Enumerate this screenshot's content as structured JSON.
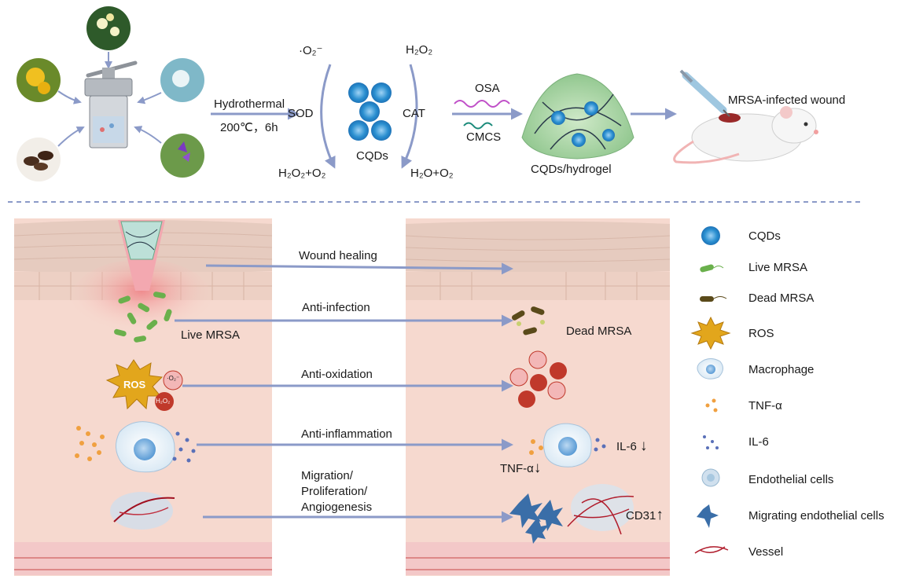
{
  "top": {
    "hydrothermal_line1": "Hydrothermal",
    "hydrothermal_line2": "200℃，6h",
    "superoxide": "·O₂⁻",
    "h2o2_top": "H₂O₂",
    "sod": "SOD",
    "cat": "CAT",
    "cqds": "CQDs",
    "h2o2_o2": "H₂O₂+O₂",
    "h2o_o2": "H₂O+O₂",
    "osa": "OSA",
    "cmcs": "CMCS",
    "cqds_hydrogel": "CQDs/hydrogel",
    "wound": "MRSA-infected wound"
  },
  "bottom": {
    "arrows": [
      {
        "label": "Wound healing"
      },
      {
        "label": "Anti-infection"
      },
      {
        "label": "Anti-oxidation"
      },
      {
        "label": "Anti-inflammation"
      },
      {
        "label": "Migration/\nProliferation/\nAngiogenesis"
      }
    ],
    "live_mrsa": "Live MRSA",
    "dead_mrsa": "Dead MRSA",
    "ros": "ROS",
    "il6_down": "IL-6",
    "tnf_down": "TNF-α",
    "cd31_up": "CD31",
    "down_arrow": "↓",
    "up_arrow": "↑",
    "o2_small": "·O₂⁻",
    "h2o2_small": "H₂O₂"
  },
  "legend": [
    {
      "label": "CQDs",
      "icon": "cqd-icon"
    },
    {
      "label": "Live MRSA",
      "icon": "live-mrsa-icon"
    },
    {
      "label": "Dead MRSA",
      "icon": "dead-mrsa-icon"
    },
    {
      "label": "ROS",
      "icon": "ros-icon"
    },
    {
      "label": "Macrophage",
      "icon": "macrophage-icon"
    },
    {
      "label": "TNF-α",
      "icon": "tnf-icon"
    },
    {
      "label": "IL-6",
      "icon": "il6-icon"
    },
    {
      "label": "Endothelial cells",
      "icon": "endothelial-icon"
    },
    {
      "label": "Migrating endothelial cells",
      "icon": "migrating-endothelial-icon"
    },
    {
      "label": "Vessel",
      "icon": "vessel-icon"
    }
  ],
  "colors": {
    "arrow": "#8b9ac8",
    "skin": "#f6d9cf",
    "skin_layer": "#e8cbbf",
    "cqd": "#2a8fd0",
    "ros": "#e0a020",
    "red_ball": "#c0392b",
    "pink_ball": "#f0a0a0"
  }
}
